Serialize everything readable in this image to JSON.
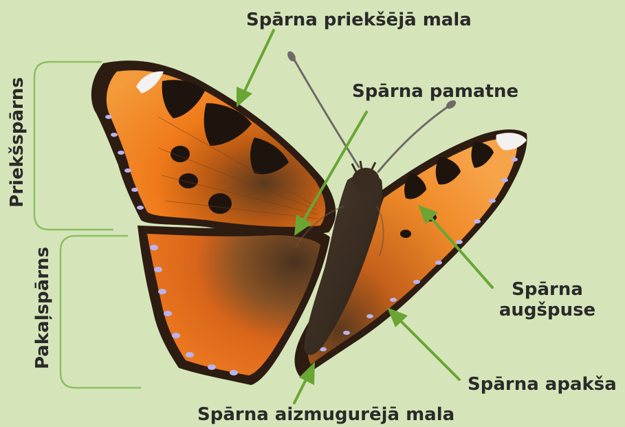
{
  "labels": {
    "front_edge": "Spārna priekšējā mala",
    "base": "Spārna pamatne",
    "upper_side": [
      "Spārna",
      "augšpuse"
    ],
    "bottom": "Spārna apakša",
    "rear_edge": "Spārna aizmugurējā mala",
    "forewing": "Priekšspārns",
    "hindwing": "Pakaļspārns"
  },
  "colors": {
    "background": "#d5e5b9",
    "arrow": "#6aa534",
    "bracket": "#8cc063",
    "wing_orange": "#e66a12",
    "wing_dark": "#2a1a12",
    "lunule": "#b9b4ee"
  },
  "icons": [
    "butterfly-illustration"
  ]
}
